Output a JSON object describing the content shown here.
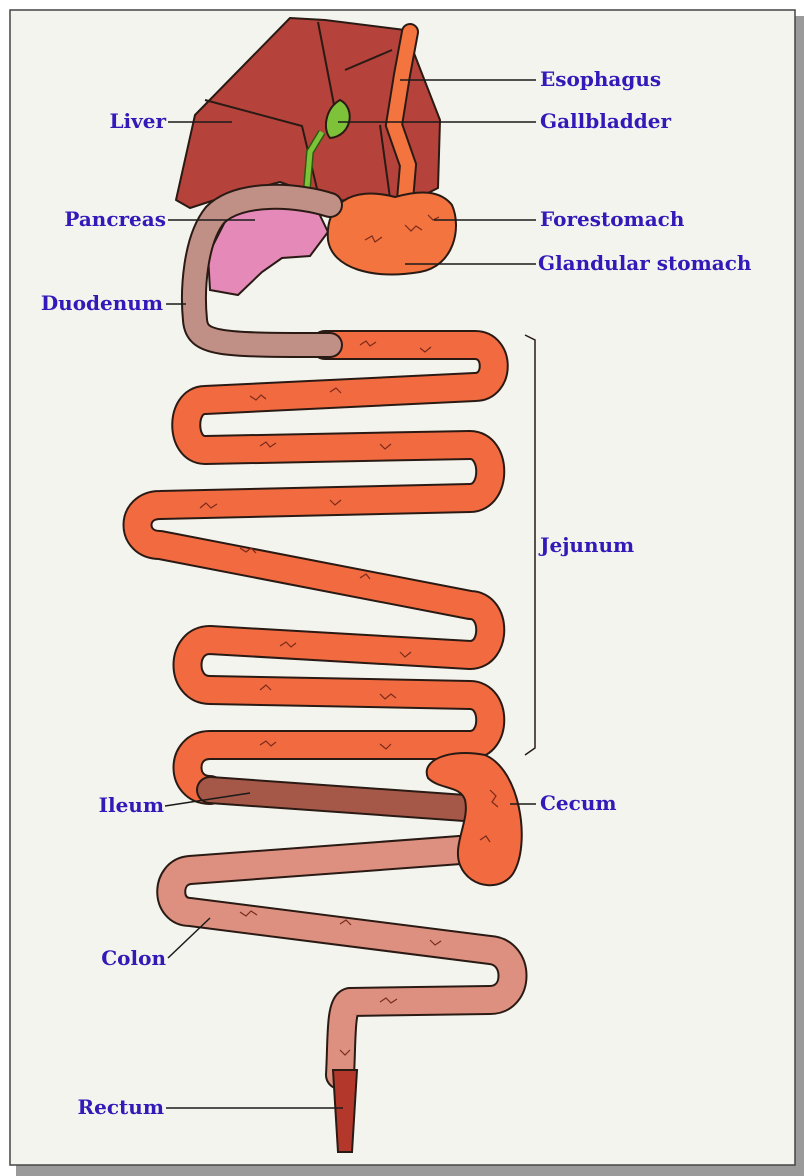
{
  "colors": {
    "background": "#f4f4ee",
    "frame": "#444444",
    "label_text": "#3219b8",
    "liver": "#b5433b",
    "gallbladder": "#7ec23a",
    "pancreas": "#e58ab8",
    "stomach": "#f4743f",
    "jejunum": "#f26a40",
    "duodenum": "#c08f86",
    "ileum": "#a55848",
    "colon": "#dd9080",
    "rectum": "#b3382b",
    "vessel": "#7a2a1a",
    "outline": "#2a1a14"
  },
  "labels": {
    "esophagus": "Esophagus",
    "gallbladder": "Gallbladder",
    "liver": "Liver",
    "forestomach": "Forestomach",
    "pancreas": "Pancreas",
    "glandular_stomach": "Glandular stomach",
    "duodenum": "Duodenum",
    "jejunum": "Jejunum",
    "ileum": "Ileum",
    "cecum": "Cecum",
    "colon": "Colon",
    "rectum": "Rectum"
  }
}
